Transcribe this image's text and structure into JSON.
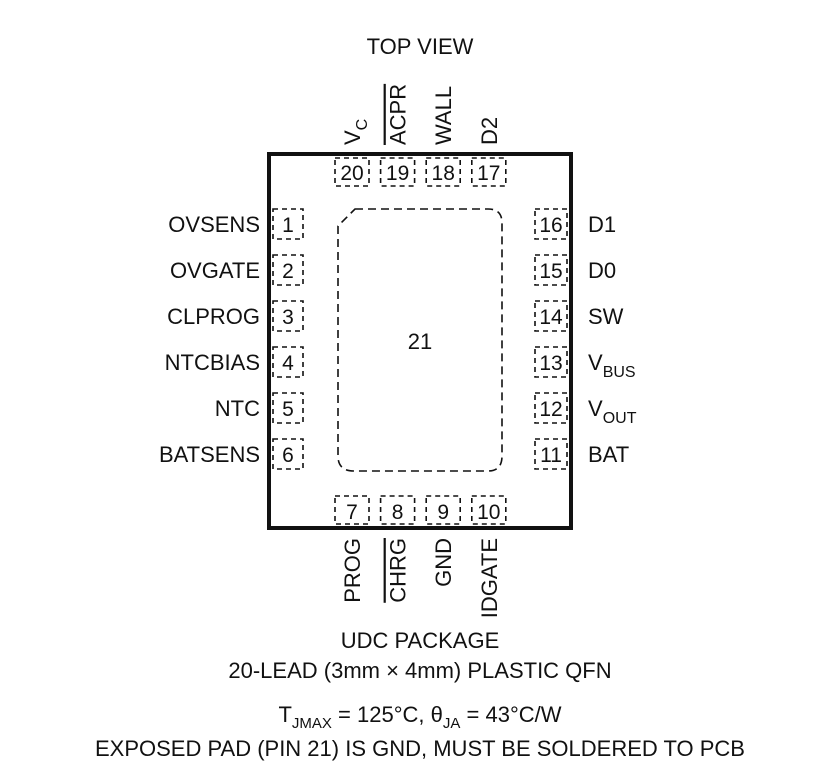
{
  "header": {
    "title": "TOP VIEW"
  },
  "package": {
    "exposed_pad_number": "21",
    "left_pins": [
      {
        "num": "1",
        "name": "OVSENS"
      },
      {
        "num": "2",
        "name": "OVGATE"
      },
      {
        "num": "3",
        "name": "CLPROG"
      },
      {
        "num": "4",
        "name": "NTCBIAS"
      },
      {
        "num": "5",
        "name": "NTC"
      },
      {
        "num": "6",
        "name": "BATSENS"
      }
    ],
    "right_pins": [
      {
        "num": "16",
        "name": "D1"
      },
      {
        "num": "15",
        "name": "D0"
      },
      {
        "num": "14",
        "name": "SW"
      },
      {
        "num": "13",
        "name": "V",
        "sub": "BUS"
      },
      {
        "num": "12",
        "name": "V",
        "sub": "OUT"
      },
      {
        "num": "11",
        "name": "BAT"
      }
    ],
    "top_pins": [
      {
        "num": "20",
        "name": "V",
        "sub": "C"
      },
      {
        "num": "19",
        "name": "ACPR",
        "overline": true
      },
      {
        "num": "18",
        "name": "WALL"
      },
      {
        "num": "17",
        "name": "D2"
      }
    ],
    "bottom_pins": [
      {
        "num": "7",
        "name": "PROG"
      },
      {
        "num": "8",
        "name": "CHRG",
        "overline": true
      },
      {
        "num": "9",
        "name": "GND"
      },
      {
        "num": "10",
        "name": "IDGATE"
      }
    ]
  },
  "footer": {
    "package_name": "UDC PACKAGE",
    "package_desc": "20-LEAD (3mm × 4mm) PLASTIC QFN",
    "thermal": {
      "tj_symbol": "T",
      "tj_sub": "JMAX",
      "tj_value": " = 125°C, ",
      "theta_symbol": "θ",
      "theta_sub": "JA",
      "theta_value": " = 43°C/W"
    },
    "exposed_pad_note": "EXPOSED PAD (PIN 21) IS GND, MUST BE SOLDERED TO PCB"
  }
}
